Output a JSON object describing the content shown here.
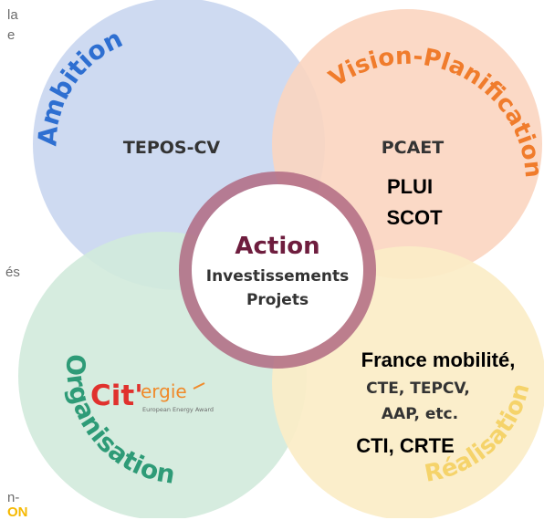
{
  "left_margin_fragments": [
    "la",
    "e",
    "és",
    "n-",
    "ON"
  ],
  "colors": {
    "ambition": "#2e6fd1",
    "vision": "#f07c2c",
    "organisation": "#2e9b77",
    "realisation": "#f5d36a",
    "center_ring": "#b06a82",
    "citergie_red": "#e0312d",
    "citergie_orange": "#f08a2a"
  },
  "circles": {
    "ambition": {
      "title": "Ambition",
      "items": [
        "TEPOS-CV"
      ]
    },
    "vision": {
      "title": "Vision-Planification",
      "items": [
        "PCAET",
        "PLUI",
        "SCOT"
      ]
    },
    "organisation": {
      "title": "Organisation",
      "logo": {
        "text_main": "Cit'",
        "text_suffix": "ergie",
        "tagline": "European Energy Award"
      }
    },
    "realisation": {
      "title": "Réalisation",
      "items": [
        "France mobilité,",
        "CTE, TEPCV,",
        "AAP, etc.",
        "CTI, CRTE"
      ]
    },
    "center": {
      "title": "Action",
      "lines": [
        "Investissements",
        "Projets"
      ]
    }
  }
}
